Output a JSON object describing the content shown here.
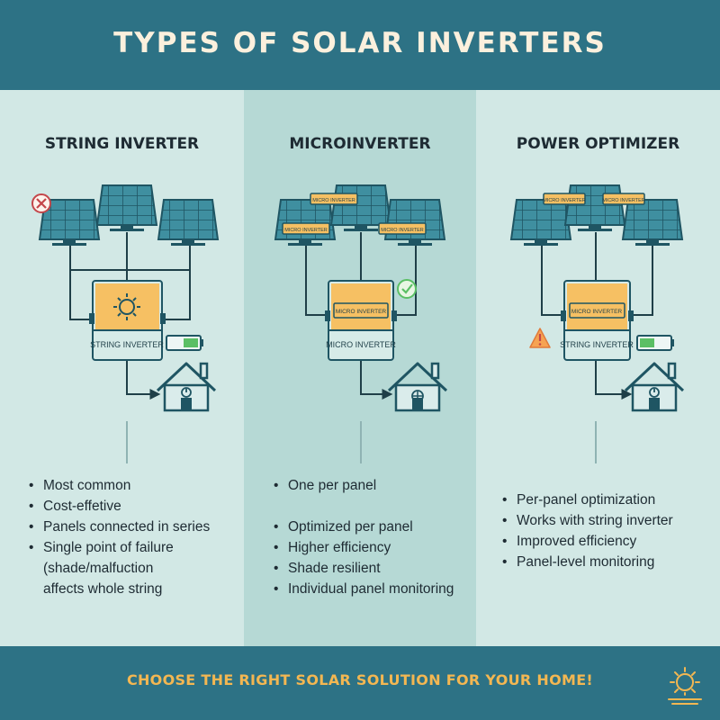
{
  "title": "TYPES OF SOLAR INVERTERS",
  "footer": "CHOOSE THE RIGHT SOLAR SOLUTION FOR YOUR HOME!",
  "columns": [
    {
      "title": "STRING INVERTER",
      "unit_label": "STRING INVERTER",
      "bullets": [
        "Most common",
        "Cost-effetive",
        "Panels connected in series",
        "Single point of failure",
        "(shade/malfuction",
        "affects whole string"
      ]
    },
    {
      "title": "MICROINVERTER",
      "unit_label": "MICRO INVERTER",
      "unit_tag": "MICRO INVERTER",
      "panel_tags": [
        "MICRO INVERTER",
        "MICRO INVERTER",
        "MICRO INVERTER"
      ],
      "bullets": [
        "One per panel",
        "Optimized per panel",
        "Higher efficiency",
        "Shade resilient",
        "Individual panel monitoring"
      ]
    },
    {
      "title": "POWER OPTIMIZER",
      "unit_label": "STRING INVERTER",
      "unit_tag": "MICRO INVERTER",
      "panel_tags": [
        "MICRO INVERTER",
        "MICRO INVERTER"
      ],
      "bullets": [
        "Per-panel optimization",
        "Works with string inverter",
        "Improved efficiency",
        "Panel-level monitoring"
      ]
    }
  ],
  "colors": {
    "header": "#2d7285",
    "panel": "#3f8fa0",
    "inverter": "#f6c063",
    "house": "#daeceb",
    "accent": "#f3b752"
  },
  "icons": [
    "x-icon",
    "sun-icon",
    "battery-icon",
    "house-icon",
    "check-icon",
    "warning-icon"
  ]
}
